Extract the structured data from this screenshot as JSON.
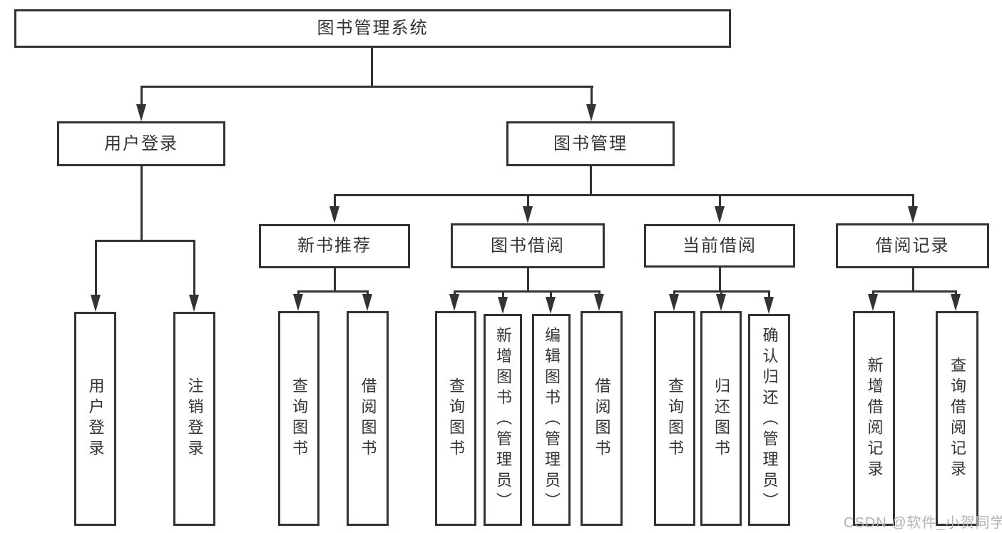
{
  "tree": {
    "root": {
      "label": "图书管理系统"
    },
    "branches": [
      {
        "label": "用户登录",
        "leaves": [
          {
            "label": "用户登录"
          },
          {
            "label": "注销登录"
          }
        ]
      },
      {
        "label": "图书管理",
        "groups": [
          {
            "label": "新书推荐",
            "leaves": [
              {
                "label": "查询图书"
              },
              {
                "label": "借阅图书"
              }
            ]
          },
          {
            "label": "图书借阅",
            "leaves": [
              {
                "label": "查询图书"
              },
              {
                "label": "新增图书（管理员）"
              },
              {
                "label": "编辑图书（管理员）"
              },
              {
                "label": "借阅图书"
              }
            ]
          },
          {
            "label": "当前借阅",
            "leaves": [
              {
                "label": "查询图书"
              },
              {
                "label": "归还图书"
              },
              {
                "label": "确认归还（管理员）"
              }
            ]
          },
          {
            "label": "借阅记录",
            "leaves": [
              {
                "label": "新增借阅记录"
              },
              {
                "label": "查询借阅记录"
              }
            ]
          }
        ]
      }
    ]
  },
  "watermark": {
    "text": "CSDN @软件_小贺同学"
  },
  "colors": {
    "line": "#333333",
    "text": "#333333",
    "box_bg": "#ffffff",
    "page_bg": "#ffffff",
    "watermark": "#b3b3b3"
  }
}
